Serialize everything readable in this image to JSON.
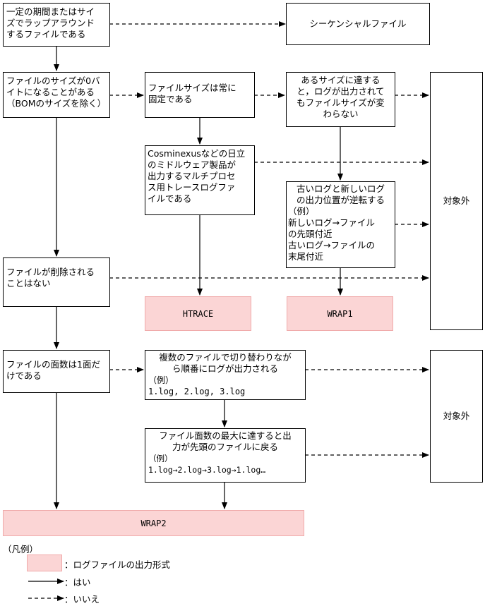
{
  "boxes": {
    "q_period": "一定の期間またはサイ\nズでラップアラウンド\nするファイルである",
    "sequential": "シーケンシャルファイル",
    "q_zero": "ファイルのサイズが0バ\nイトになることがある\n（BOMのサイズを除く）",
    "q_fixed": "ファイルサイズは常に\n固定である",
    "q_size": "あるサイズに達する\nと，ログが出力されて\nもファイルサイズが変\nわらない",
    "out1": "対象外",
    "q_cosmi": "Cosminexusなどの日立\nのミドルウェア製品が\n出力するマルチプロセ\nス用トレースログファ\nイルである",
    "q_reverse_title": "古いログと新しいログ\nの出力位置が逆転する",
    "q_reverse_ex": "（例）\n新しいログ→ファイル\nの先頭付近\n古いログ→ファイルの\n末尾付近",
    "q_delete": "ファイルが削除される\nことはない",
    "htrace": "HTRACE",
    "wrap1": "WRAP1",
    "q_one": "ファイルの面数は1面だ\nけである",
    "q_multi_title": "複数のファイルで切り替わりなが\nら順番にログが出力される",
    "q_multi_ex": "（例）\n  1.log, 2.log, 3.log",
    "q_max_title": "ファイル面数の最大に達すると出\n力が先頭のファイルに戻る",
    "q_max_ex": "（例）\n  1.log→2.log→3.log→1.log…",
    "out2": "対象外",
    "wrap2": "WRAP2"
  },
  "legend": {
    "title": "（凡例）",
    "format_label": "：ログファイルの出力形式",
    "yes_label": "：はい",
    "no_label": "：いいえ"
  },
  "colors": {
    "format_fill": "#fbd5d5",
    "format_border": "#f0aaaa",
    "line": "#000000"
  }
}
